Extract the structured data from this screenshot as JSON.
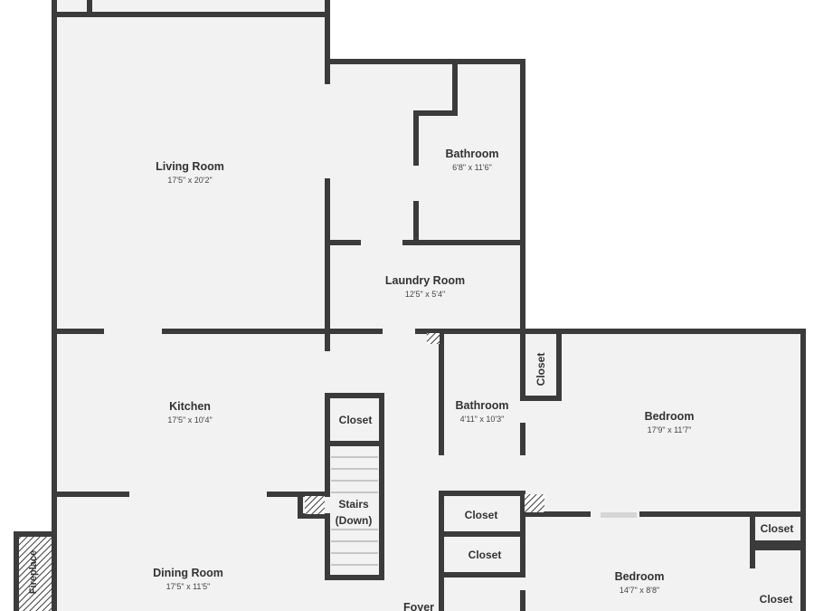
{
  "colors": {
    "wall": "#3b3b3b",
    "floor": "#f2f2f2",
    "window": "#d9d9d9",
    "hatch": "#3b3b3b"
  },
  "rooms": {
    "living_room": {
      "name": "Living Room",
      "dims": "17'5\" x 20'2\""
    },
    "bathroom_1": {
      "name": "Bathroom",
      "dims": "6'8\" x 11'6\""
    },
    "laundry_room": {
      "name": "Laundry Room",
      "dims": "12'5\" x 5'4\""
    },
    "kitchen": {
      "name": "Kitchen",
      "dims": "17'5\" x 10'4\""
    },
    "bathroom_2": {
      "name": "Bathroom",
      "dims": "4'11\" x 10'3\""
    },
    "bedroom_1": {
      "name": "Bedroom",
      "dims": "17'9\" x 11'7\""
    },
    "bedroom_2": {
      "name": "Bedroom",
      "dims": "14'7\" x 8'8\""
    },
    "dining_room": {
      "name": "Dining Room",
      "dims": "17'5\" x 11'5\""
    },
    "foyer": {
      "name": "Foyer"
    }
  },
  "labels": {
    "closet_stairs": "Closet",
    "closet_bedroom_top": "Closet",
    "closet_bath_1": "Closet",
    "closet_bath_2": "Closet",
    "closet_bedroom_right_1": "Closet",
    "closet_bedroom_right_2": "Closet",
    "stairs_line1": "Stairs",
    "stairs_line2": "(Down)",
    "fireplace": "Fireplace"
  }
}
